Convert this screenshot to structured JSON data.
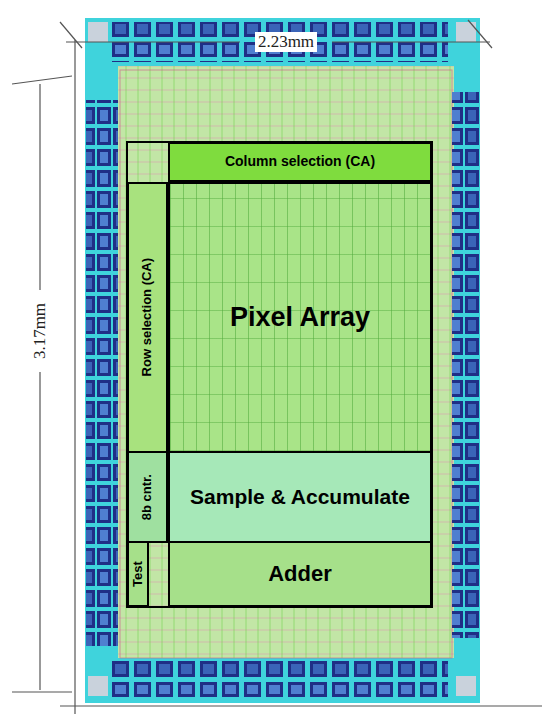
{
  "diagram": {
    "nodes": [
      {
        "text": [
          "Column selection (CA)"
        ]
      },
      {
        "text": [
          "Row selection (CA)"
        ]
      },
      {
        "text": [
          "Pixel Array"
        ]
      },
      {
        "text": [
          "8b cntr."
        ]
      },
      {
        "text": [
          "Sample & Accumulate"
        ]
      },
      {
        "text": [
          "Test"
        ]
      },
      {
        "text": [
          "Adder"
        ]
      }
    ],
    "labels": [
      "2.23mm",
      "3.17mm"
    ]
  }
}
